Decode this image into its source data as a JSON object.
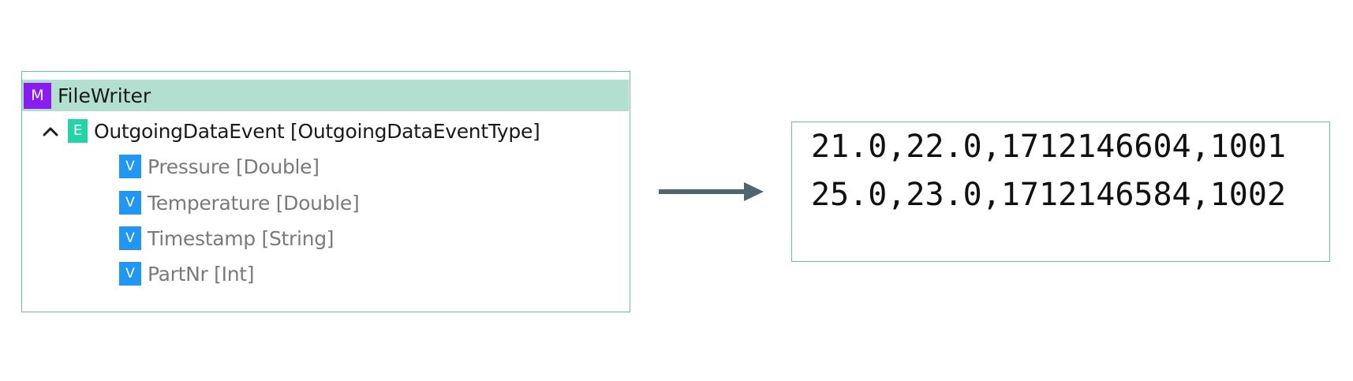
{
  "tree": {
    "root": {
      "badge": "M",
      "label": "FileWriter"
    },
    "event": {
      "badge": "E",
      "label": "OutgoingDataEvent [OutgoingDataEventType]",
      "expanded": true
    },
    "variables": [
      {
        "badge": "V",
        "label": "Pressure [Double]"
      },
      {
        "badge": "V",
        "label": "Temperature [Double]"
      },
      {
        "badge": "V",
        "label": "Timestamp [String]"
      },
      {
        "badge": "V",
        "label": "PartNr [Int]"
      }
    ]
  },
  "output": {
    "lines": [
      "21.0,22.0,1712146604,1001",
      "25.0,23.0,1712146584,1002"
    ]
  },
  "colors": {
    "border": "#6fbf9f",
    "root_highlight": "#b3dfd0",
    "badge_m": "#8a1cf0",
    "badge_e": "#22d4a8",
    "badge_v": "#2196f3",
    "arrow": "#4f6670"
  },
  "icons": {
    "collapse": "chevron-up-icon",
    "arrow": "arrow-right-icon"
  }
}
